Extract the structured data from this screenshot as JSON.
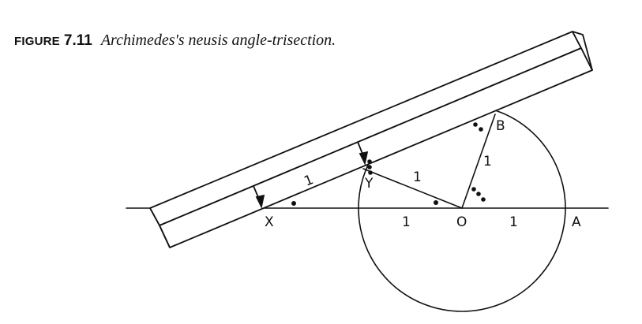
{
  "caption": {
    "label": "FIGURE",
    "number": "7.11",
    "title": "Archimedes's neusis angle-trisection."
  },
  "points": {
    "X": "X",
    "Y": "Y",
    "O": "O",
    "A": "A",
    "B": "B"
  },
  "segment_labels": {
    "xy_mark": "1",
    "yo": "1",
    "ob": "1",
    "xo": "1",
    "oa": "1"
  }
}
